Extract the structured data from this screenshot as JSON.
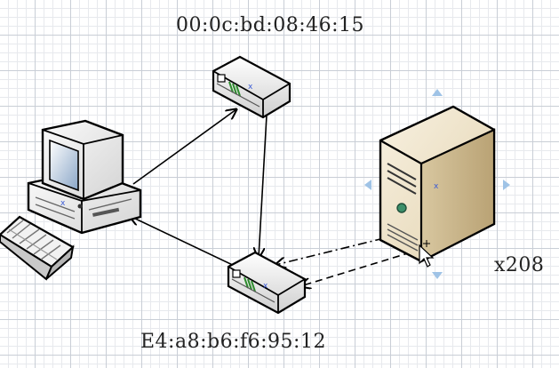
{
  "canvas": {
    "labels": {
      "top_mac": "00:0c:bd:08:46:15",
      "bottom_mac": "E4:a8:b6:f6:95:12",
      "server_count": "x208"
    },
    "nodes": [
      {
        "id": "computer",
        "icon": "desktop-computer-icon"
      },
      {
        "id": "switch-top",
        "icon": "network-switch-icon"
      },
      {
        "id": "switch-bottom",
        "icon": "network-switch-icon"
      },
      {
        "id": "server",
        "icon": "server-tower-icon"
      }
    ],
    "edges": [
      {
        "from": "computer",
        "to": "switch-top",
        "style": "solid"
      },
      {
        "from": "switch-top",
        "to": "switch-bottom",
        "style": "solid"
      },
      {
        "from": "switch-bottom",
        "to": "computer",
        "style": "solid"
      },
      {
        "from": "server",
        "to": "switch-bottom",
        "style": "dash-dot"
      },
      {
        "from": "server",
        "to": "switch-bottom",
        "style": "dashed"
      }
    ],
    "selection": {
      "selected_node": "server",
      "handle_color": "#9fc3e6"
    }
  }
}
